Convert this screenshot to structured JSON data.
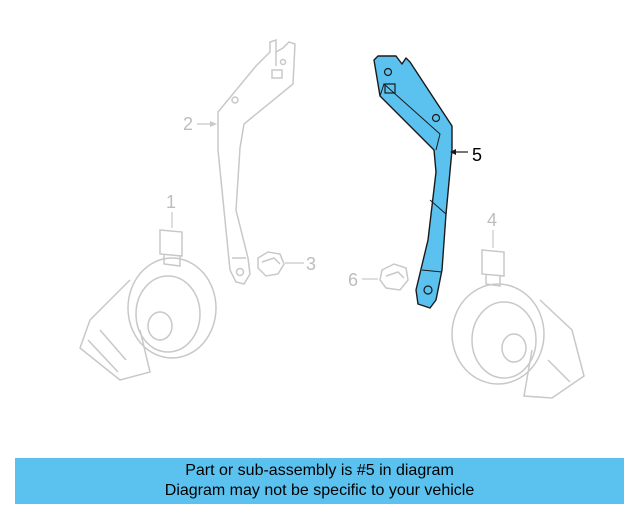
{
  "diagram": {
    "callouts": {
      "c1": "1",
      "c2": "2",
      "c3": "3",
      "c4": "4",
      "c5": "5",
      "c6": "6"
    },
    "highlight_color": "#5bc2f0",
    "dim_color": "#c8c8c8"
  },
  "caption": {
    "line1": "Part or sub-assembly is #5 in diagram",
    "line2": "Diagram may not be specific to your vehicle"
  }
}
